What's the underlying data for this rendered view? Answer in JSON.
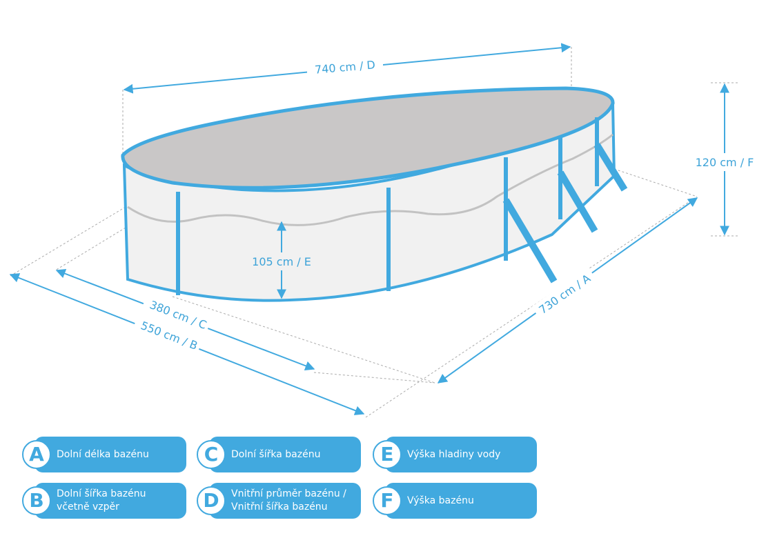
{
  "dimensions": {
    "D": "740 cm / D",
    "F": "120 cm / F",
    "E": "105 cm / E",
    "C": "380 cm / C",
    "B": "550 cm / B",
    "A": "730 cm / A"
  },
  "legend": [
    {
      "letter": "A",
      "line1": "Dolní délka bazénu",
      "line2": ""
    },
    {
      "letter": "B",
      "line1": "Dolní šířka bazénu",
      "line2": "včetně vzpěr"
    },
    {
      "letter": "C",
      "line1": "Dolní šířka bazénu",
      "line2": ""
    },
    {
      "letter": "D",
      "line1": "Vnitřní průměr bazénu /",
      "line2": "Vnitřní šířka bazénu"
    },
    {
      "letter": "E",
      "line1": "Výška hladiny vody",
      "line2": ""
    },
    {
      "letter": "F",
      "line1": "Výška bazénu",
      "line2": ""
    }
  ],
  "colors": {
    "accent": "#41a9df",
    "surface": "#c9c7c7",
    "wall": "#f0f0f0"
  }
}
